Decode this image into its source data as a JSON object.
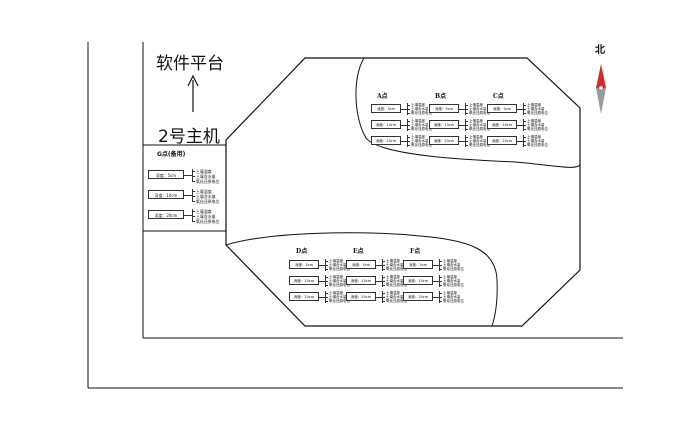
{
  "labels": {
    "platform": "软件平台",
    "host": "2号主机",
    "north": "北",
    "g_point_title": "G点(备用)"
  },
  "point_titles": [
    "A点",
    "B点",
    "C点",
    "D点",
    "E点",
    "F点"
  ],
  "depths": [
    "深度：5cm",
    "深度：10cm",
    "深度：20cm"
  ],
  "sensor_items": [
    "土壤温度",
    "土壤含水量",
    "氧化还原电位"
  ],
  "colors": {
    "line": "#111111",
    "compass_red": "#d42a2a",
    "compass_gray": "#9a9a9a"
  }
}
